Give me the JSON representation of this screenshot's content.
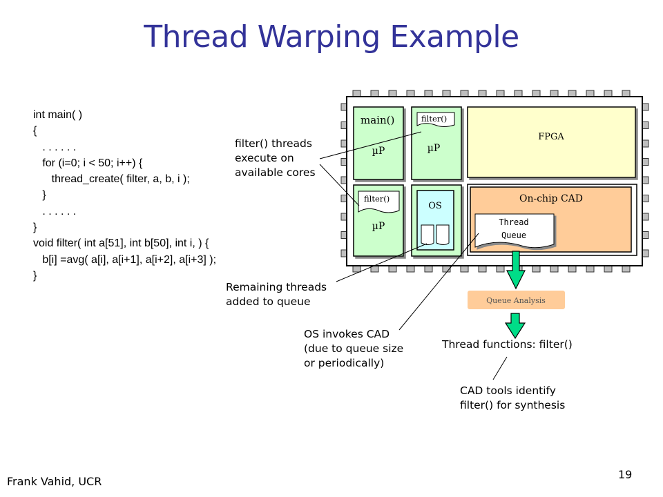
{
  "title": "Thread Warping Example",
  "code_lines": [
    "int main( )",
    "{",
    "   . . . . . .",
    "   for (i=0; i < 50; i++) {",
    "      thread_create( filter, a, b, i );",
    "   }",
    "   . . . . . .",
    "}",
    "void filter( int a[51], int b[50], int i, ) {",
    "   b[i] =avg( a[i], a[i+1], a[i+2], a[i+3] );",
    "}"
  ],
  "chip": {
    "main_label": "main()",
    "filter_top_label": "filter()",
    "filter_bottom_label": "filter()",
    "up_label": "µP",
    "os_label": "OS",
    "fpga_label": "FPGA",
    "cad_label": "On-chip CAD",
    "thread_queue_line1": "Thread",
    "thread_queue_line2": "Queue",
    "queue_analysis_label": "Queue Analysis"
  },
  "annotations": {
    "filter_threads": "filter() threads\nexecute on\navailable cores",
    "remaining_threads": "Remaining threads\nadded to queue",
    "os_invokes": "OS invokes CAD\n(due to queue size\nor periodically)",
    "thread_functions": "Thread functions: filter()",
    "cad_tools": "CAD tools identify\nfilter() for synthesis"
  },
  "footer": {
    "author": "Frank Vahid, UCR",
    "page_number": "19"
  },
  "colors": {
    "title": "#333399",
    "core_green": "#ccffcc",
    "fpga_yellow": "#ffffcc",
    "cad_orange": "#ffcc99",
    "os_cyan": "#ccffff",
    "arrow_green": "#00dd88",
    "queue_analysis": "#ffcc99"
  }
}
